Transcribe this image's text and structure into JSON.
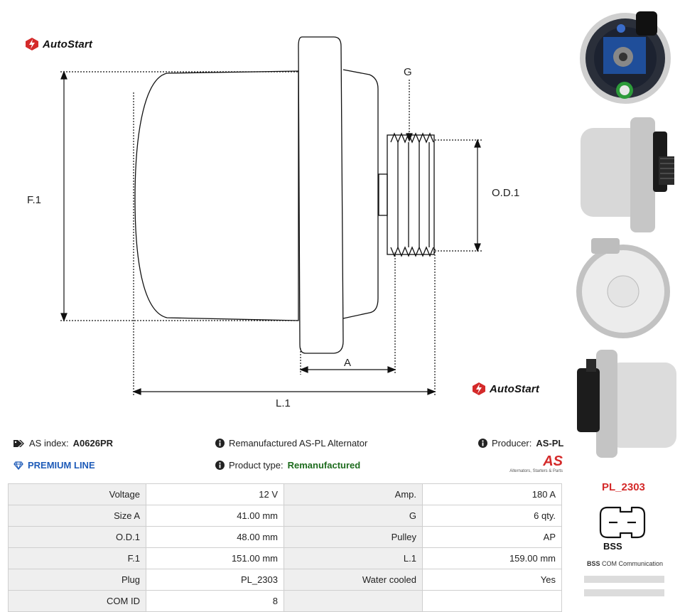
{
  "brand": {
    "name": "AutoStart"
  },
  "drawing": {
    "labels": {
      "F1": "F.1",
      "G": "G",
      "OD1": "O.D.1",
      "A": "A",
      "L1": "L.1"
    }
  },
  "info": {
    "as_index_label": "AS index:",
    "as_index_value": "A0626PR",
    "premium": "PREMIUM LINE",
    "title": "Remanufactured AS-PL Alternator",
    "product_type_label": "Product type:",
    "product_type_value": "Remanufactured",
    "producer_label": "Producer:",
    "producer_value": "AS-PL",
    "producer_logo_text": "AS",
    "producer_tagline": "Alternators, Starters & Parts"
  },
  "specs": {
    "rows": [
      [
        "Voltage",
        "12 V",
        "Amp.",
        "180 A"
      ],
      [
        "Size A",
        "41.00 mm",
        "G",
        "6 qty."
      ],
      [
        "O.D.1",
        "48.00 mm",
        "Pulley",
        "AP"
      ],
      [
        "F.1",
        "151.00 mm",
        "L.1",
        "159.00 mm"
      ],
      [
        "Plug",
        "PL_2303",
        "Water cooled",
        "Yes"
      ],
      [
        "COM ID",
        "8",
        "",
        ""
      ]
    ]
  },
  "plug": {
    "code": "PL_2303",
    "pin_label": "BSS",
    "legend_key": "BSS",
    "legend_text": "COM Communication"
  },
  "icons": [
    "tags-icon",
    "diamond-icon",
    "info-icon",
    "autostart-logo-icon"
  ]
}
